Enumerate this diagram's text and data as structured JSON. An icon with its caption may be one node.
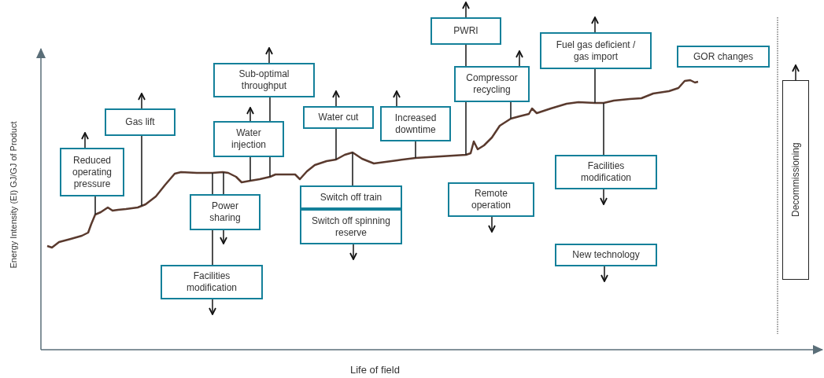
{
  "diagram": {
    "nodes": [
      {
        "text": [
          "Reduced operating pressure"
        ]
      },
      {
        "text": [
          "Gas lift"
        ]
      },
      {
        "text": [
          "Sub-optimal throughput"
        ]
      },
      {
        "text": [
          "Water injection"
        ]
      },
      {
        "text": [
          "Power sharing"
        ]
      },
      {
        "text": [
          "Facilities modification"
        ]
      },
      {
        "text": [
          "Water cut"
        ]
      },
      {
        "text": [
          "Switch off train"
        ]
      },
      {
        "text": [
          "Switch off spinning reserve"
        ]
      },
      {
        "text": [
          "Increased downtime"
        ]
      },
      {
        "text": [
          "PWRI"
        ]
      },
      {
        "text": [
          "Compressor recycling"
        ]
      },
      {
        "text": [
          "Remote operation"
        ]
      },
      {
        "text": [
          "Fuel gas deficient / gas import"
        ]
      },
      {
        "text": [
          "Facilities modification"
        ]
      },
      {
        "text": [
          "New technology"
        ]
      },
      {
        "text": [
          "GOR changes"
        ]
      },
      {
        "text": [
          "Decommissioning"
        ]
      }
    ],
    "edges": [
      {
        "from": 0,
        "to": null,
        "arrow": "none"
      },
      {
        "from": 1,
        "to": null,
        "arrow": "none"
      },
      {
        "from": 2,
        "to": null,
        "arrow": "none"
      },
      {
        "from": 3,
        "to": null,
        "arrow": "none"
      },
      {
        "from": 4,
        "to": null,
        "arrow": "none"
      },
      {
        "from": 5,
        "to": null,
        "arrow": "none"
      },
      {
        "from": 6,
        "to": null,
        "arrow": "none"
      },
      {
        "from": 7,
        "to": null,
        "arrow": "none"
      },
      {
        "from": 9,
        "to": null,
        "arrow": "none"
      },
      {
        "from": 10,
        "to": null,
        "arrow": "none"
      },
      {
        "from": 11,
        "to": null,
        "arrow": "none"
      },
      {
        "from": 13,
        "to": null,
        "arrow": "none"
      },
      {
        "from": 14,
        "to": null,
        "arrow": "none"
      },
      {
        "from": 0,
        "to": null,
        "arrow": "to"
      },
      {
        "from": 1,
        "to": null,
        "arrow": "to"
      },
      {
        "from": 2,
        "to": null,
        "arrow": "to"
      },
      {
        "from": 3,
        "to": null,
        "arrow": "to"
      },
      {
        "from": 4,
        "to": null,
        "arrow": "to"
      },
      {
        "from": 5,
        "to": null,
        "arrow": "to"
      },
      {
        "from": 6,
        "to": null,
        "arrow": "to"
      },
      {
        "from": 8,
        "to": null,
        "arrow": "to"
      },
      {
        "from": 9,
        "to": null,
        "arrow": "to"
      },
      {
        "from": 10,
        "to": null,
        "arrow": "to"
      },
      {
        "from": 11,
        "to": null,
        "arrow": "to"
      },
      {
        "from": 12,
        "to": null,
        "arrow": "to"
      },
      {
        "from": 13,
        "to": null,
        "arrow": "to"
      },
      {
        "from": 14,
        "to": null,
        "arrow": "to"
      },
      {
        "from": 15,
        "to": null,
        "arrow": "to"
      },
      {
        "from": 17,
        "to": null,
        "arrow": "to"
      }
    ],
    "labels": [
      "Energy Intensity (EI) GJ/GJ of Product",
      "Life of field"
    ]
  }
}
